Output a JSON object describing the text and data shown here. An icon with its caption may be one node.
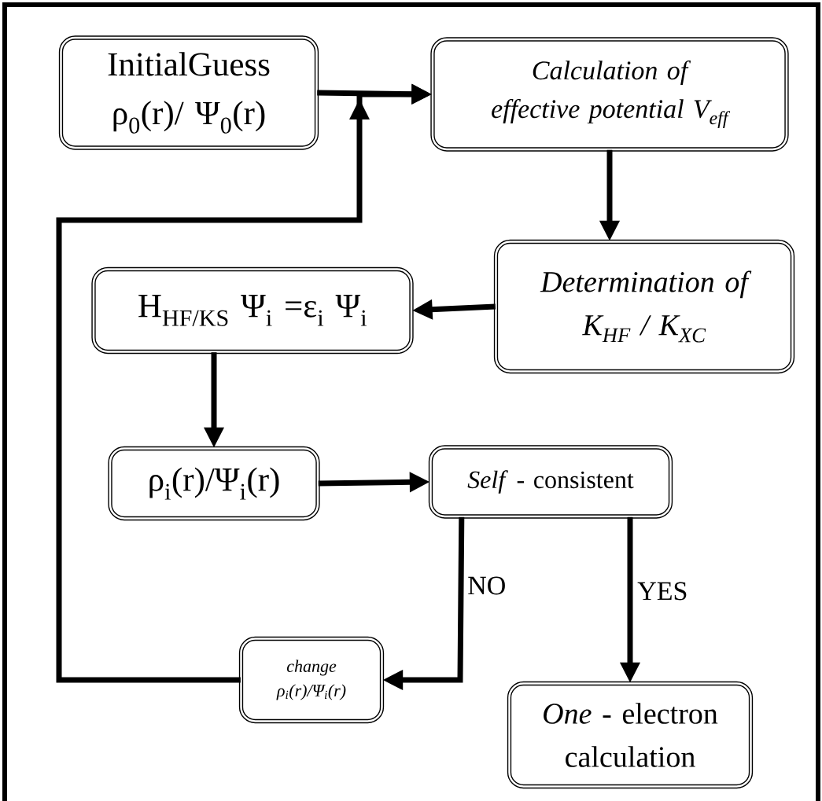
{
  "diagram": {
    "nodes": [
      {
        "text": [
          "InitialGuess",
          "ρ$_{0}$(r)/ Ψ$_{0}$(r)"
        ]
      },
      {
        "text": [
          "Calculation of effective potential V$_{eff}$"
        ]
      },
      {
        "text": [
          "Determination of",
          "K$_{HF}$ / K$_{XC}$"
        ]
      },
      {
        "text": [
          "H$_{HF/KS}$ Ψ$_{i}$ =ε$_{i}$ Ψ$_{i}$"
        ]
      },
      {
        "text": [
          "ρ$_{i}$(r)/Ψ$_{i}$(r)"
        ]
      },
      {
        "text": [
          "*Self* - consistent"
        ]
      },
      {
        "text": [
          "change",
          "ρ$_{i}$(r)/Ψ$_{i}$(r)"
        ]
      },
      {
        "text": [
          "*One* - electron calculation"
        ]
      }
    ],
    "edges": [
      {
        "from": 0,
        "to": 1,
        "arrow": "to"
      },
      {
        "from": 1,
        "to": 2,
        "arrow": "to"
      },
      {
        "from": 2,
        "to": 3,
        "arrow": "to"
      },
      {
        "from": 3,
        "to": 4,
        "arrow": "to"
      },
      {
        "from": 4,
        "to": 5,
        "arrow": "to"
      },
      {
        "from": 6,
        "to": 1,
        "arrow": "to"
      },
      {
        "from": 5,
        "to": 6,
        "arrow": "to",
        "label": "NO"
      },
      {
        "from": 5,
        "to": 7,
        "arrow": "to",
        "label": "YES"
      }
    ]
  }
}
